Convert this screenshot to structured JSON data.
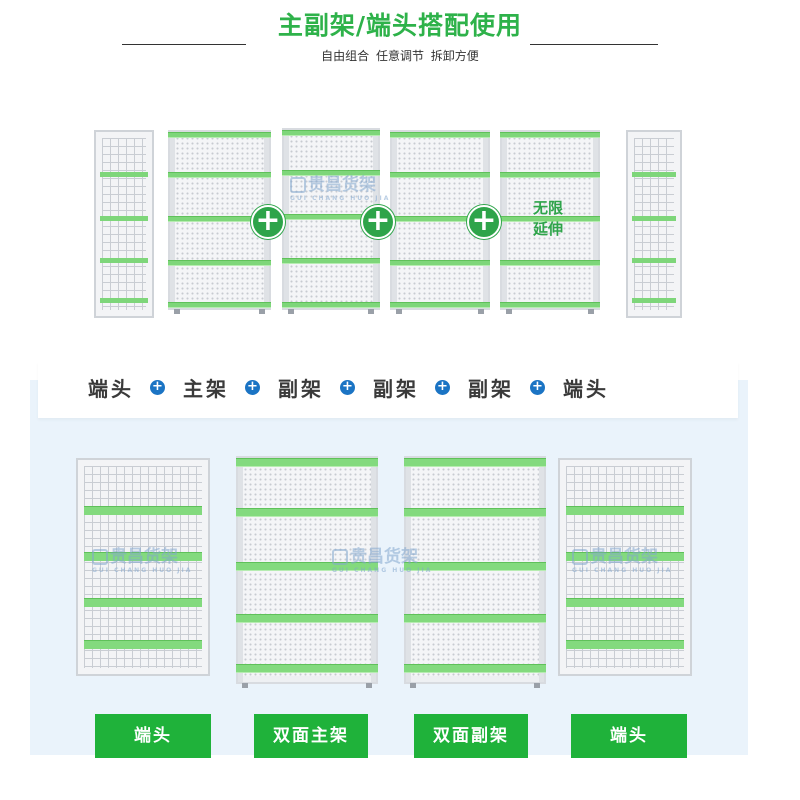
{
  "header": {
    "title": "主副架/端头搭配使用",
    "subtitle": "自由组合 任意调节 拆卸方便"
  },
  "top_row": {
    "extend_line1": "无限",
    "extend_line2": "延伸",
    "plus_symbol": "+",
    "watermark": {
      "brand": "贵昌货架",
      "sub": "GUI CHANG HUO JIA"
    }
  },
  "combo": {
    "items": [
      "端头",
      "主架",
      "副架",
      "副架",
      "副架",
      "端头"
    ],
    "separator": "+"
  },
  "bottom": {
    "watermark": {
      "brand": "贵昌货架",
      "sub": "GUI CHANG HUO JIA"
    },
    "labels": [
      "端头",
      "双面主架",
      "双面副架",
      "端头"
    ]
  },
  "colors": {
    "title_green": "#2eb24a",
    "shelf_green": "#7ed67a",
    "plus_green": "#2ea44a",
    "button_green": "#1fb23a",
    "dot_blue": "#1b74c4",
    "band_bg": "#eaf3fb"
  }
}
